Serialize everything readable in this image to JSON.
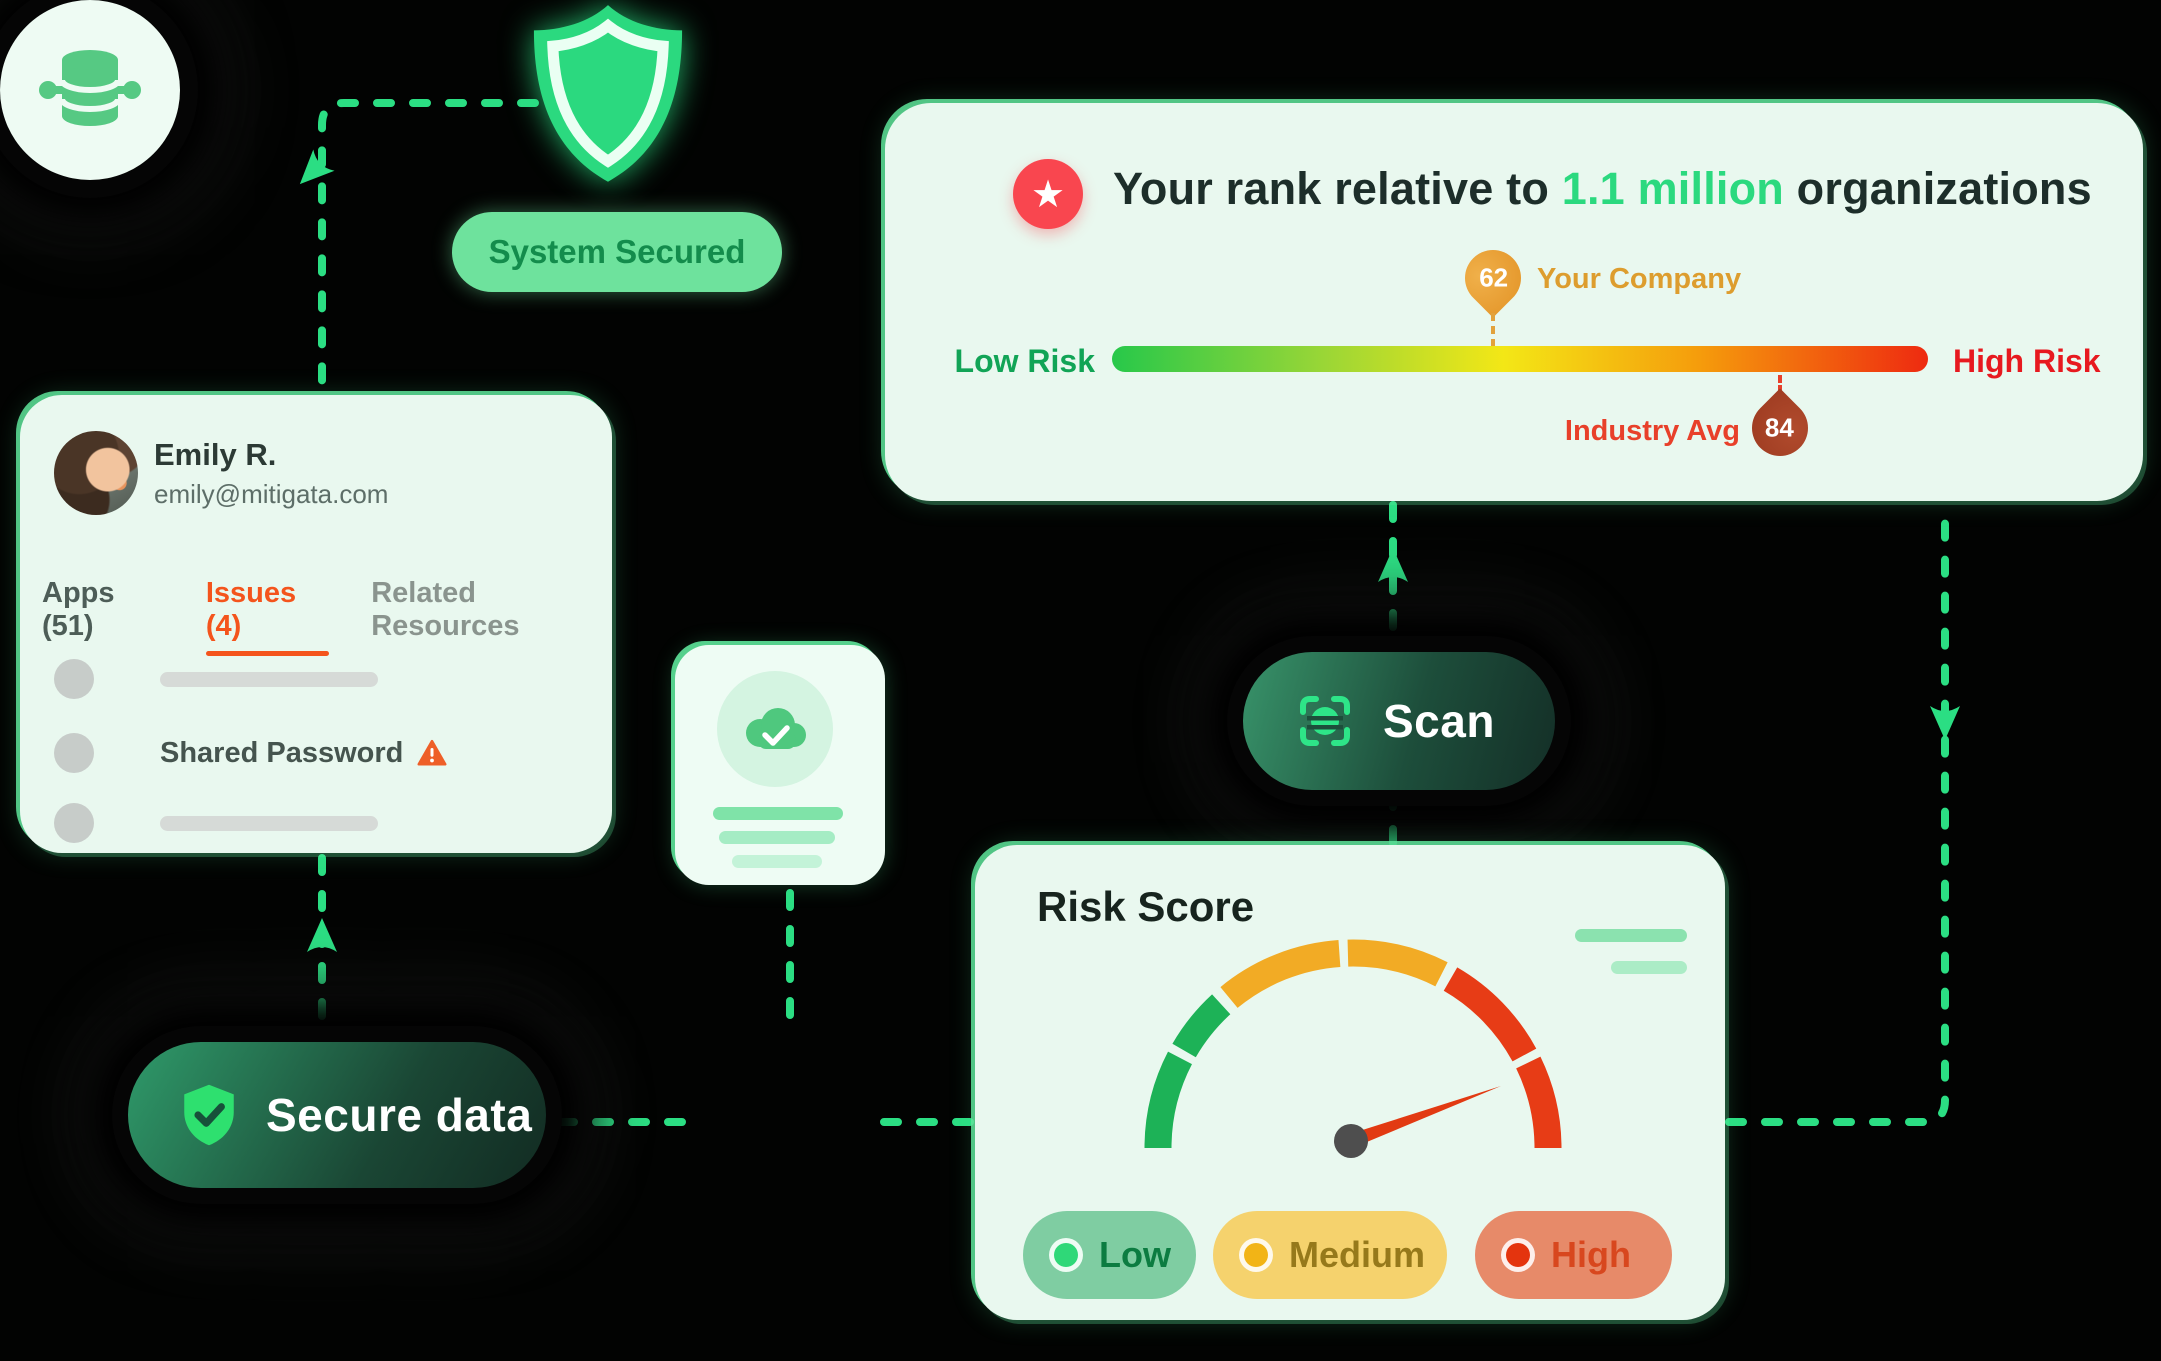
{
  "system_badge": {
    "label": "System Secured"
  },
  "user_card": {
    "name": "Emily R.",
    "email": "emily@mitigata.com",
    "tabs": [
      {
        "label": "Apps (51)"
      },
      {
        "label": "Issues (4)",
        "active": true
      },
      {
        "label": "Related Resources"
      }
    ],
    "issue_item": "Shared Password"
  },
  "rank_panel": {
    "title_prefix": "Your rank relative to ",
    "title_highlight": "1.1 million",
    "title_suffix": " organizations",
    "low_label": "Low Risk",
    "high_label": "High Risk",
    "company_marker": {
      "value": "62",
      "label": "Your Company"
    },
    "industry_marker": {
      "value": "84",
      "label": "Industry Avg"
    }
  },
  "scan_button": {
    "label": "Scan"
  },
  "secure_button": {
    "label": "Secure data"
  },
  "risk_card": {
    "title": "Risk Score",
    "legend": [
      {
        "label": "Low"
      },
      {
        "label": "Medium"
      },
      {
        "label": "High"
      }
    ]
  },
  "chart_data": [
    {
      "type": "scale",
      "title": "Your rank relative to 1.1 million organizations",
      "axis_labels": [
        "Low Risk",
        "High Risk"
      ],
      "range": [
        0,
        100
      ],
      "markers": [
        {
          "label": "Your Company",
          "value": 62,
          "position_pct": 47
        },
        {
          "label": "Industry Avg",
          "value": 84,
          "position_pct": 82
        }
      ]
    },
    {
      "type": "gauge",
      "title": "Risk Score",
      "segments": [
        "low-green",
        "medium-yellow",
        "high-red"
      ],
      "legend": [
        "Low",
        "Medium",
        "High"
      ],
      "needle": "pointing toward high/red region"
    }
  ],
  "colors": {
    "accent_green": "#2bde83",
    "card_mint": "#e9f8ef",
    "badge_green": "#6ee29d",
    "issue_orange": "#f4541c",
    "rank_red": "#ee2a10",
    "company_orange": "#e39427",
    "industry_brick": "#9c3a20",
    "gauge_green": "#1db257",
    "gauge_yellow": "#f2ab25",
    "gauge_red": "#e73c16"
  }
}
